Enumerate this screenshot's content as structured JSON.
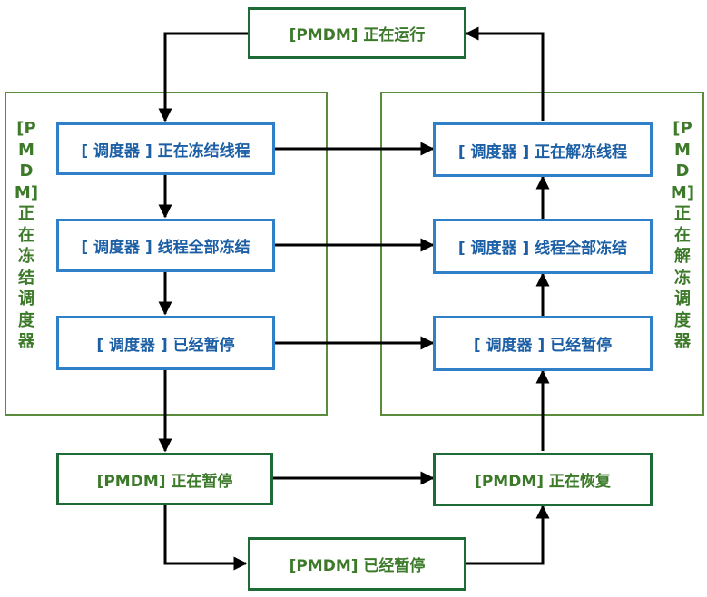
{
  "groups": {
    "freezing": {
      "label_chars": [
        "[P",
        "M",
        "D",
        "M]",
        "正",
        "在",
        "冻",
        "结",
        "调",
        "度",
        "器"
      ]
    },
    "thawing": {
      "label_chars": [
        "[P",
        "M",
        "D",
        "M]",
        "正",
        "在",
        "解",
        "冻",
        "调",
        "度",
        "器"
      ]
    }
  },
  "nodes": {
    "running": "[PMDM] 正在运行",
    "freezing_threads": "[ 调度器 ] 正在冻结线程",
    "all_frozen": "[ 调度器 ] 线程全部冻结",
    "paused_left": "[ 调度器 ] 已经暂停",
    "thawing_threads": "[ 调度器 ] 正在解冻线程",
    "all_frozen_right": "[ 调度器 ] 线程全部冻结",
    "paused_right": "[ 调度器 ] 已经暂停",
    "pausing": "[PMDM] 正在暂停",
    "resuming": "[PMDM] 正在恢复",
    "paused": "[PMDM] 已经暂停"
  },
  "colors": {
    "pmdm_border": "#1e6b38",
    "pmdm_text": "#3c7a2a",
    "scheduler_border": "#2f80c9",
    "scheduler_text": "#1c5fa5",
    "group_border": "#5a8c3c",
    "arrow": "#000000"
  }
}
